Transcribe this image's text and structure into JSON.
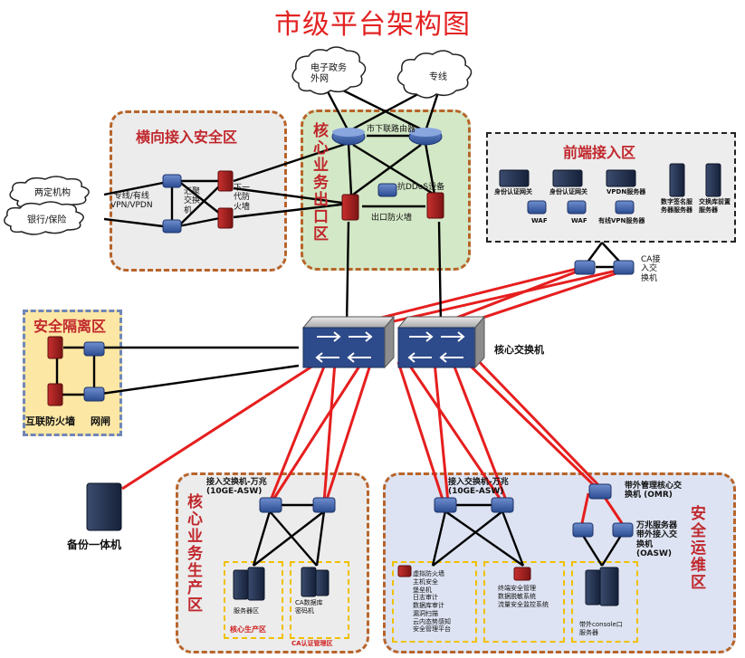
{
  "title": "市级平台架构图",
  "clouds": {
    "egov": "电子政务外网",
    "leased": "专线",
    "org_a": "两定机构",
    "org_b": "银行/保险"
  },
  "zones": {
    "lateral": "横向接入安全区",
    "core_exit": "核心业务出口区",
    "frontend": "前端接入区",
    "isolation": "安全隔离区",
    "core_prod": "核心业务生产区",
    "secops": "安全运维区"
  },
  "labels": {
    "vpn": "专线/有线\nVPN/VPDN",
    "agg_switch": "汇聚交换机",
    "ngfw": "下一代防火墙",
    "router": "市下联路由器",
    "anti_ddos": "抗DDoS设备",
    "exit_fw": "出口防火墙",
    "id_gw_1": "身份认证网关",
    "id_gw_2": "身份认证网关",
    "vpdn_server": "VPDN服务器",
    "sig_server": "数字签名服务器服务器",
    "exch_server": "交换库前置服务器",
    "waf_1": "WAF",
    "waf_2": "WAF",
    "vpn_server": "有线VPN服务器",
    "ca_switch": "CA接入交换机",
    "inet_fw": "互联防火墙",
    "gatekeeper": "网闸",
    "core_switch": "核心交换机",
    "backup": "备份一体机",
    "asw_left": "接入交换机-万兆\n(10GE-ASW)",
    "asw_right": "接入交换机-万兆\n(10GE-ASW)",
    "omr": "带外管理核心交换机\n(OMR)",
    "oasw": "万兆服务器带外接入交换机\n(OASW)",
    "server_area": "服务器区",
    "ca_db": "CA数据库\n密码机",
    "core_prod_tag": "核心生产区",
    "ca_mgmt_tag": "CA认证管理区",
    "sec_list": "虚拟防火墙\n主机安全\n堡垒机\n日志审计\n数据库审计\n漏洞扫描\n云内态势感知\n安全管理平台",
    "mon_list": "终端安全管理\n数据脱敏系统\n流量安全监控系统",
    "console": "带外console口\n服务器"
  },
  "colors": {
    "title": "#e32222",
    "zone_border": "#b8642a",
    "red_link": "#e61e1e",
    "black_link": "#000000",
    "green_zone": "#d3e8c6",
    "grey_zone": "#ececec",
    "yellow_zone": "#fce7a4",
    "blue_zone": "#dde3f2"
  }
}
